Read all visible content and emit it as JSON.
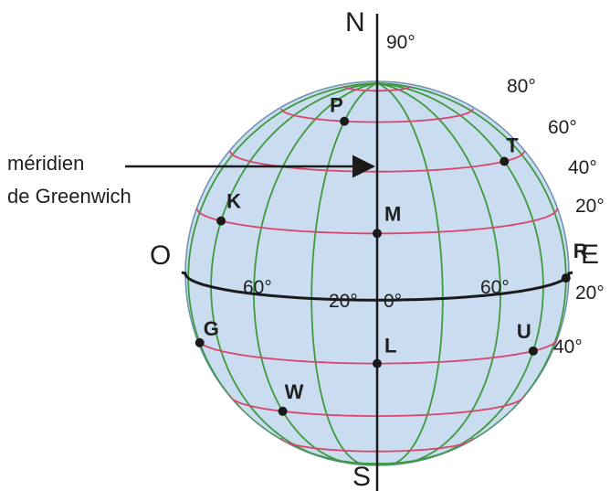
{
  "colors": {
    "sphere_fill": "#c9dcf0",
    "sphere_edge": "#6f8fb0",
    "meridian": "#3e9a3e",
    "parallel": "#d9466b",
    "equator": "#1a1a1a",
    "axis": "#1a1a1a",
    "point": "#1a1a1a",
    "text": "#1f1f1f"
  },
  "cardinals": {
    "north": "N",
    "south": "S",
    "west": "O",
    "east": "E"
  },
  "latitude_labels": {
    "lat90": "90°",
    "lat80": "80°",
    "lat60": "60°",
    "lat40_north": "40°",
    "lat20_north": "20°",
    "lat20_south": "20°",
    "lat40_south": "40°"
  },
  "longitude_labels": {
    "lon60_west": "60°",
    "lon20_west": "20°",
    "lon0": "0°",
    "lon60_east": "60°"
  },
  "greenwich_caption": {
    "line1": "méridien",
    "line2": "de Greenwich"
  },
  "points": [
    {
      "letter": "P",
      "lon": -20,
      "lat": 60
    },
    {
      "letter": "T",
      "lon": 60,
      "lat": 40
    },
    {
      "letter": "K",
      "lon": -60,
      "lat": 20
    },
    {
      "letter": "M",
      "lon": 0,
      "lat": 20
    },
    {
      "letter": "R",
      "lon": 80,
      "lat": 0
    },
    {
      "letter": "G",
      "lon": -80,
      "lat": -20
    },
    {
      "letter": "U",
      "lon": 60,
      "lat": -20
    },
    {
      "letter": "L",
      "lon": 0,
      "lat": -20
    },
    {
      "letter": "W",
      "lon": -40,
      "lat": -40
    }
  ]
}
